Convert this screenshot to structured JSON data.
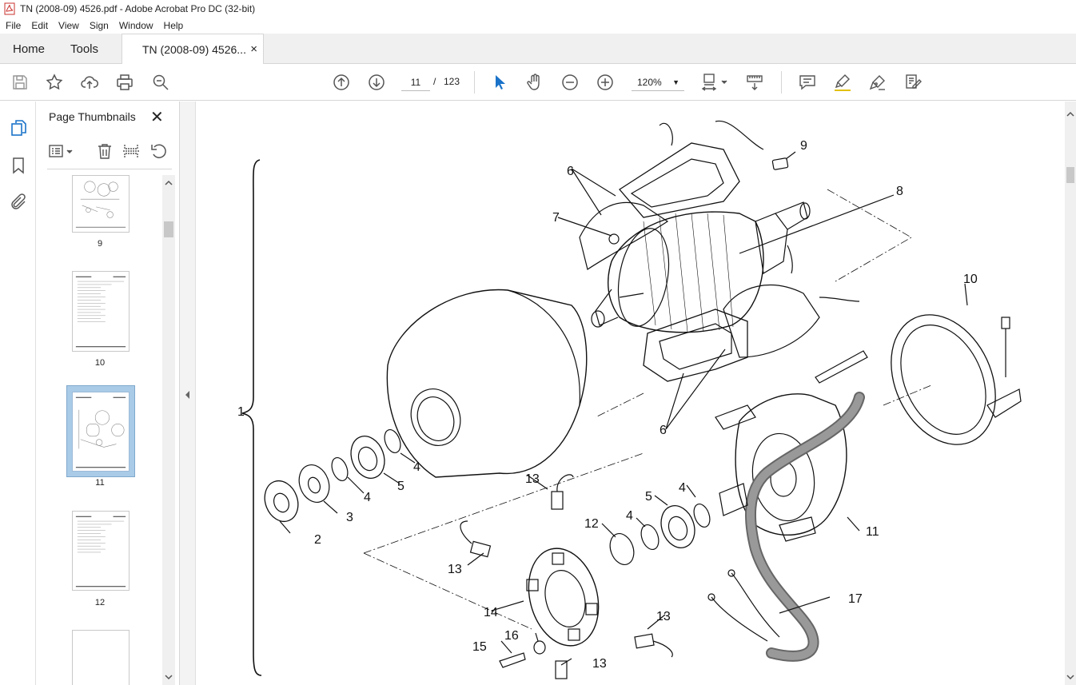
{
  "window": {
    "title": "TN (2008-09) 4526.pdf - Adobe Acrobat Pro DC (32-bit)"
  },
  "menu": [
    "File",
    "Edit",
    "View",
    "Sign",
    "Window",
    "Help"
  ],
  "tabs": {
    "home": "Home",
    "tools": "Tools",
    "document": "TN (2008-09) 4526...",
    "close": "×"
  },
  "toolbar": {
    "page_current": "11",
    "page_separator": "/",
    "page_total": "123",
    "zoom": "120%",
    "icons": [
      "save-icon",
      "bookmark-star-icon",
      "upload-icon",
      "print-icon",
      "zoom-search-icon",
      "page-up-icon",
      "page-down-icon",
      "select-cursor-icon",
      "hand-icon",
      "zoom-out-icon",
      "zoom-in-icon",
      "fit-page-icon",
      "scroll-mode-icon",
      "comment-icon",
      "highlight-icon",
      "sign-icon",
      "edit-icon"
    ]
  },
  "panel": {
    "title": "Page Thumbnails",
    "close": "✕",
    "thumbnails": [
      {
        "label": "9",
        "selected": false
      },
      {
        "label": "10",
        "selected": false
      },
      {
        "label": "11",
        "selected": true
      },
      {
        "label": "12",
        "selected": false
      }
    ]
  },
  "diagram": {
    "callouts": [
      "1",
      "2",
      "3",
      "4",
      "5",
      "4",
      "6",
      "7",
      "8",
      "9",
      "6",
      "10",
      "11",
      "4",
      "5",
      "4",
      "12",
      "13",
      "13",
      "14",
      "13",
      "15",
      "16",
      "13",
      "17"
    ]
  }
}
